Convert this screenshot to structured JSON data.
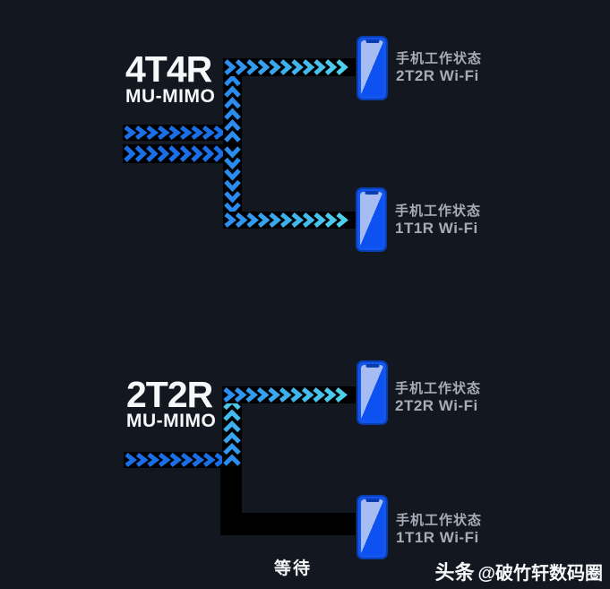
{
  "colors": {
    "background": "#121720",
    "band_bg": "#000000",
    "stream_blue": "#1a6fe8",
    "stream_blue2": "#2b8cf0",
    "stream_cyan": "#4fd4ec",
    "phone_frame": "#1256f0",
    "phone_frame_dark": "#0a3eb0",
    "phone_screen_light": "#a7bcf2",
    "phone_screen_dark": "#0d52f0",
    "label_gray": "#a6adb6",
    "text_white": "#f7f8fa"
  },
  "sections": [
    {
      "id": "4t4r",
      "title": "4T4R",
      "subtitle": "MU-MIMO",
      "devices": [
        {
          "label_line1": "手机工作状态",
          "label_line2": "2T2R Wi-Fi"
        },
        {
          "label_line1": "手机工作状态",
          "label_line2": "1T1R Wi-Fi"
        }
      ]
    },
    {
      "id": "2t2r",
      "title": "2T2R",
      "subtitle": "MU-MIMO",
      "devices": [
        {
          "label_line1": "手机工作状态",
          "label_line2": "2T2R Wi-Fi"
        },
        {
          "label_line1": "手机工作状态",
          "label_line2": "1T1R Wi-Fi"
        }
      ],
      "waiting_label": "等待"
    }
  ],
  "watermark": {
    "brand": "头条",
    "handle": "@破竹轩数码圈"
  }
}
